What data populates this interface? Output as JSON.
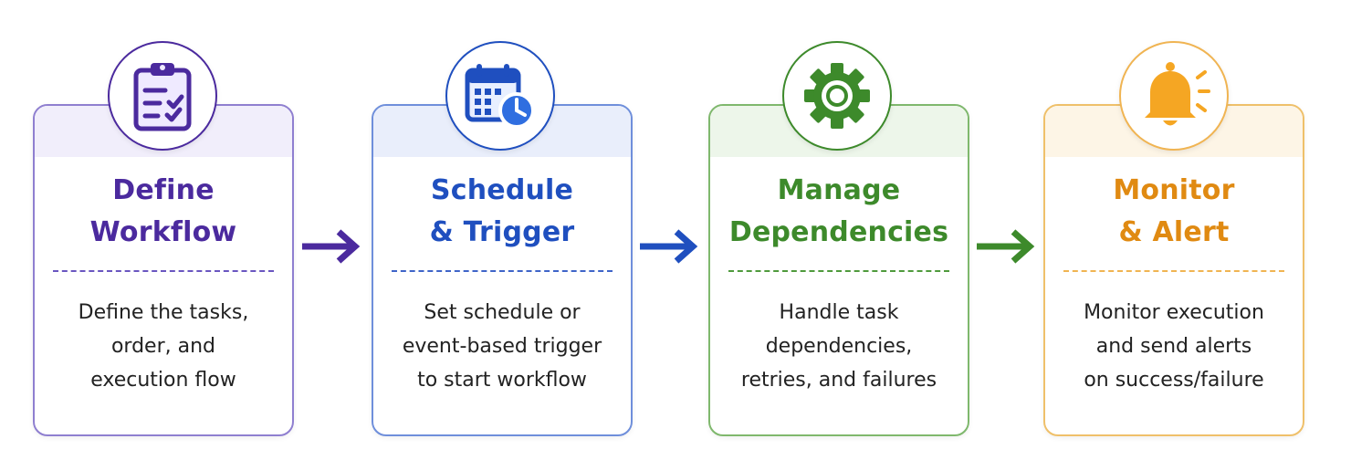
{
  "steps": [
    {
      "title_line1": "Define",
      "title_line2": "Workflow",
      "desc_line1": "Define the tasks,",
      "desc_line2": "order, and",
      "desc_line3": "execution flow",
      "icon": "clipboard-checklist-icon",
      "color": "#4b2a9e"
    },
    {
      "title_line1": "Schedule",
      "title_line2": "& Trigger",
      "desc_line1": "Set schedule or",
      "desc_line2": "event-based trigger",
      "desc_line3": "to start workflow",
      "icon": "calendar-clock-icon",
      "color": "#1f4fbf"
    },
    {
      "title_line1": "Manage",
      "title_line2": "Dependencies",
      "desc_line1": "Handle task",
      "desc_line2": "dependencies,",
      "desc_line3": "retries, and failures",
      "icon": "gear-icon",
      "color": "#3d8a2b"
    },
    {
      "title_line1": "Monitor",
      "title_line2": "& Alert",
      "desc_line1": "Monitor execution",
      "desc_line2": "and send alerts",
      "desc_line3": "on success/failure",
      "icon": "bell-alert-icon",
      "color": "#e08a12"
    }
  ]
}
